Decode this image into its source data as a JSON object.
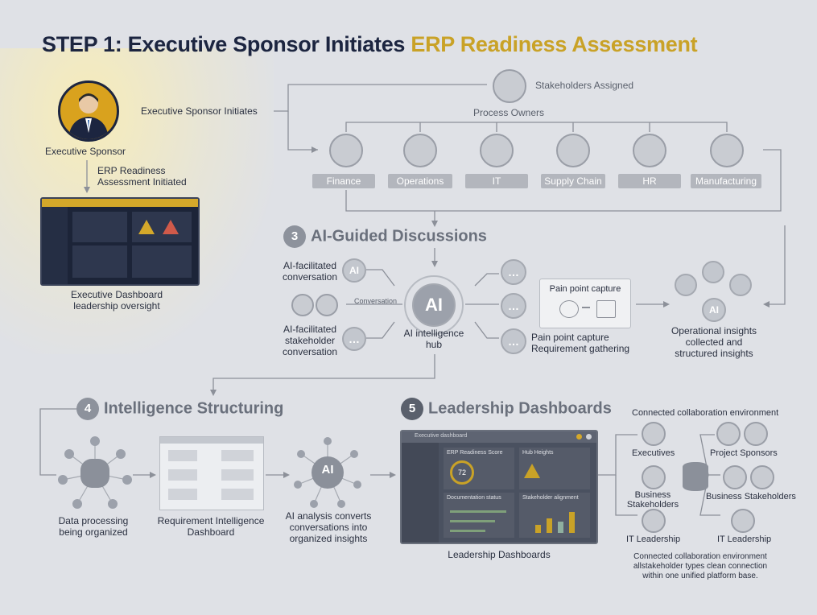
{
  "title": {
    "part1": "STEP 1: Executive Sponsor Initiates ",
    "part2": "ERP Readiness Assessment"
  },
  "exec": {
    "initiates": "Executive Sponsor Initiates",
    "sponsor": "Executive Sponsor",
    "readiness_line1": "ERP Readiness",
    "readiness_line2": "Assessment Initiated",
    "dash_line1": "Executive Dashboard",
    "dash_line2": "leadership oversight"
  },
  "stakeholders": {
    "assigned": "Stakeholders Assigned",
    "process_owners": "Process Owners",
    "depts": [
      "Finance",
      "Operations",
      "IT",
      "Supply Chain",
      "HR",
      "Manufacturing"
    ]
  },
  "section3": {
    "num": "3",
    "title": "AI-Guided Discussions",
    "ai": "AI",
    "ai_facilitated_line1": "AI-facilitated",
    "ai_facilitated_line2": "conversation",
    "conversation": "Conversation",
    "stake_line1": "AI-facilitated",
    "stake_line2": "stakeholder",
    "stake_line3": "conversation",
    "hub_line1": "AI intelligence",
    "hub_line2": "hub",
    "pain_capture": "Pain point capture",
    "pain_line1": "Pain point capture",
    "pain_line2": "Requirement gathering",
    "ops_line1": "Operational insights",
    "ops_line2": "collected and",
    "ops_line3": "structured insights"
  },
  "section4": {
    "num": "4",
    "title": "Intelligence Structuring",
    "data_line1": "Data processing",
    "data_line2": "being organized",
    "req_line1": "Requirement Intelligence",
    "req_line2": "Dashboard",
    "ai": "AI",
    "ai_line1": "AI analysis converts",
    "ai_line2": "conversations into",
    "ai_line3": "organized insights"
  },
  "section5": {
    "num": "5",
    "title": "Leadership Dashboards",
    "caption": "Leadership Dashboards",
    "screen_title": "Executive dashboard",
    "readiness_score": "ERP Readiness Score",
    "score": "72",
    "hub_heights": "Hub Heights",
    "docs_status": "Documentation status",
    "stakeholder_alignment": "Stakeholder alignment"
  },
  "collab": {
    "title": "Connected collaboration environment",
    "executives": "Executives",
    "project_sponsors": "Project Sponsors",
    "business_line1": "Business",
    "business_line2": "Stakeholders",
    "business_stakeholders": "Business Stakeholders",
    "it_left": "IT Leadership",
    "it_right": "IT Leadership",
    "foot_line1": "Connected collaboration environment",
    "foot_line2": "allstakeholder types  clean connection",
    "foot_line3": "within one unified platform base."
  },
  "colors": {
    "accent": "#c9a227",
    "navy": "#1c2540",
    "grey": "#6a707c"
  }
}
